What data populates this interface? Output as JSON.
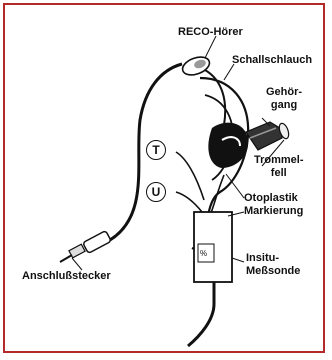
{
  "labels": {
    "reco_hoerer": "RECO-Hörer",
    "schallschlauch": "Schallschlauch",
    "gehoergang_line1": "Gehör-",
    "gehoergang_line2": "gang",
    "trommelfell_line1": "Trommel-",
    "trommelfell_line2": "fell",
    "otoplastik_markierung_line1": "Otoplastik",
    "otoplastik_markierung_line2": "Markierung",
    "insitu_line1": "Insitu-",
    "insitu_line2": "Meßsonde",
    "anschlussstecker": "Anschlußstecker",
    "marker_t": "T",
    "marker_u": "U"
  },
  "colors": {
    "frame": "#b22a2a",
    "ink": "#111111"
  }
}
